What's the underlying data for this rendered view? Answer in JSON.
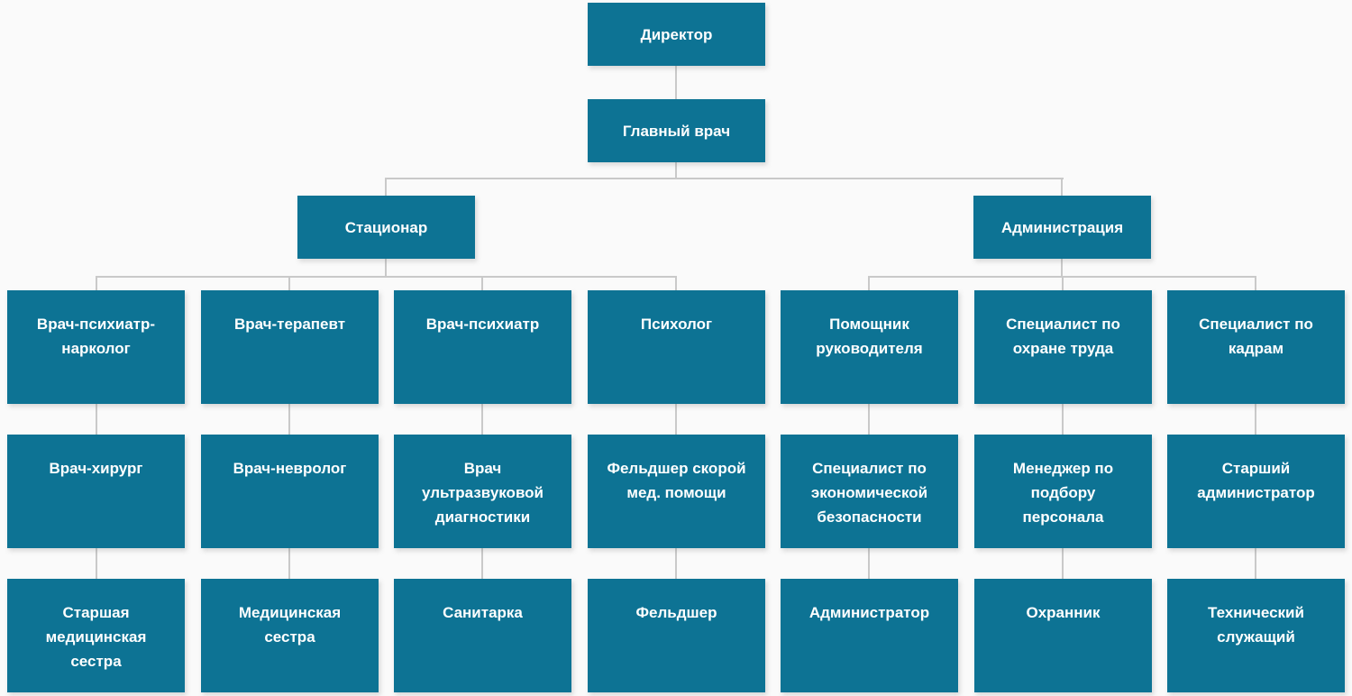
{
  "org": {
    "colors": {
      "box_fill": "#0d7394",
      "box_text": "#ffffff",
      "connector": "#c9c9c9",
      "background": "#fafafa"
    },
    "director": "Директор",
    "chief_physician": "Главный врач",
    "branches": [
      {
        "label": "Стационар"
      },
      {
        "label": "Администрация"
      }
    ],
    "columns": [
      {
        "branch": "Стационар",
        "levels": [
          "Врач-психиатр-\nнарколог",
          "Врач-хирург",
          "Старшая\nмедицинская\nсестра"
        ]
      },
      {
        "branch": "Стационар",
        "levels": [
          "Врач-терапевт",
          "Врач-невролог",
          "Медицинская\nсестра"
        ]
      },
      {
        "branch": "Стационар",
        "levels": [
          "Врач-психиатр",
          "Врач\nультразвуковой\nдиагностики",
          "Санитарка"
        ]
      },
      {
        "branch": "Стационар",
        "levels": [
          "Психолог",
          "Фельдшер скорой\nмед. помощи",
          "Фельдшер"
        ]
      },
      {
        "branch": "Администрация",
        "levels": [
          "Помощник\nруководителя",
          "Специалист по\nэкономической\nбезопасности",
          "Администратор"
        ]
      },
      {
        "branch": "Администрация",
        "levels": [
          "Специалист по\nохране труда",
          "Менеджер по\nподбору\nперсонала",
          "Охранник"
        ]
      },
      {
        "branch": "Администрация",
        "levels": [
          "Специалист по\nкадрам",
          "Старший\nадминистратор",
          "Технический\nслужащий"
        ]
      }
    ]
  }
}
